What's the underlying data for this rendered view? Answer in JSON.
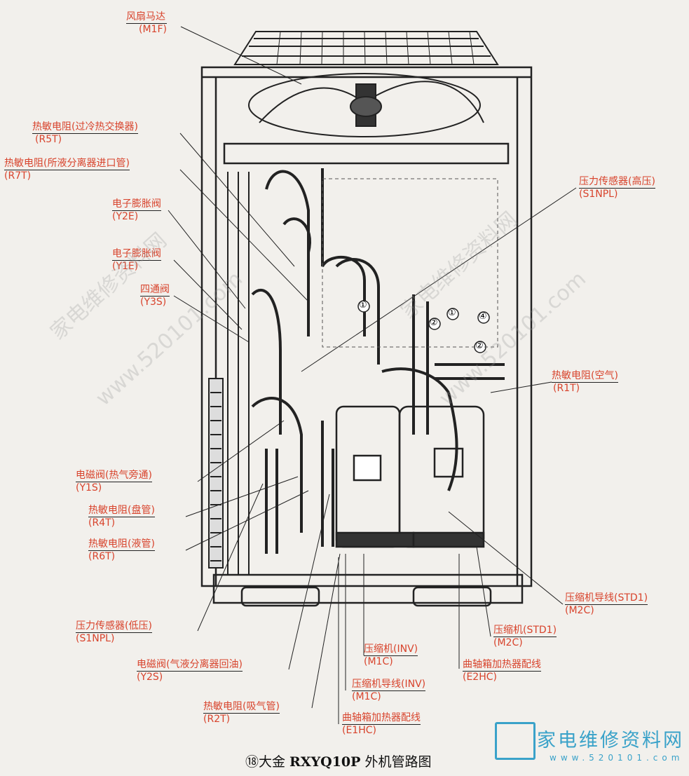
{
  "labels": [
    {
      "id": "m1f",
      "title": "风扇马达",
      "code": "(M1F)"
    },
    {
      "id": "r5t",
      "title": "热敏电阻(过冷热交换器)",
      "code": "(R5T)"
    },
    {
      "id": "r7t",
      "title": "热敏电阻(所液分离器进口管)",
      "code": "(R7T)"
    },
    {
      "id": "y2e",
      "title": "电子膨胀阀",
      "code": "(Y2E)"
    },
    {
      "id": "y1e",
      "title": "电子膨胀阀",
      "code": "(Y1E)"
    },
    {
      "id": "y3s",
      "title": "四通阀",
      "code": "(Y3S)"
    },
    {
      "id": "s1nph",
      "title": "压力传感器(高压)",
      "code": "(S1NPL)"
    },
    {
      "id": "r1t",
      "title": "热敏电阻(空气)",
      "code": "(R1T)"
    },
    {
      "id": "y1s",
      "title": "电磁阀(热气旁通)",
      "code": "(Y1S)"
    },
    {
      "id": "r4t",
      "title": "热敏电阻(盘管)",
      "code": "(R4T)"
    },
    {
      "id": "r6t",
      "title": "热敏电阻(液管)",
      "code": "(R6T)"
    },
    {
      "id": "std1w",
      "title": "压缩机导线(STD1)",
      "code": "(M2C)"
    },
    {
      "id": "std1",
      "title": "压缩机(STD1)",
      "code": "(M2C)"
    },
    {
      "id": "s1npl",
      "title": "压力传感器(低压)",
      "code": "(S1NPL)"
    },
    {
      "id": "inv",
      "title": "压缩机(INV)",
      "code": "(M1C)"
    },
    {
      "id": "e2hc",
      "title": "曲轴箱加热器配线",
      "code": "(E2HC)"
    },
    {
      "id": "y2s",
      "title": "电磁阀(气液分离器回油)",
      "code": "(Y2S)"
    },
    {
      "id": "invw",
      "title": "压缩机导线(INV)",
      "code": "(M1C)"
    },
    {
      "id": "r2t",
      "title": "热敏电阻(吸气管)",
      "code": "(R2T)"
    },
    {
      "id": "e1hc",
      "title": "曲轴箱加热器配线",
      "code": "(E1HC)"
    }
  ],
  "gauge_numbers": [
    "①",
    "②",
    "①",
    "②",
    "④"
  ],
  "caption": {
    "prefix": "⑱大金 ",
    "model": "RXYQ10P",
    "suffix": " 外机管路图"
  },
  "watermark": {
    "site": "家电维修资料网",
    "url": "www.520101.com",
    "logo_text": "家电维修资料网",
    "logo_url": "www.520101.com"
  },
  "colors": {
    "label": "#d8432c",
    "line": "#222222",
    "logo": "#3aa2c9"
  }
}
